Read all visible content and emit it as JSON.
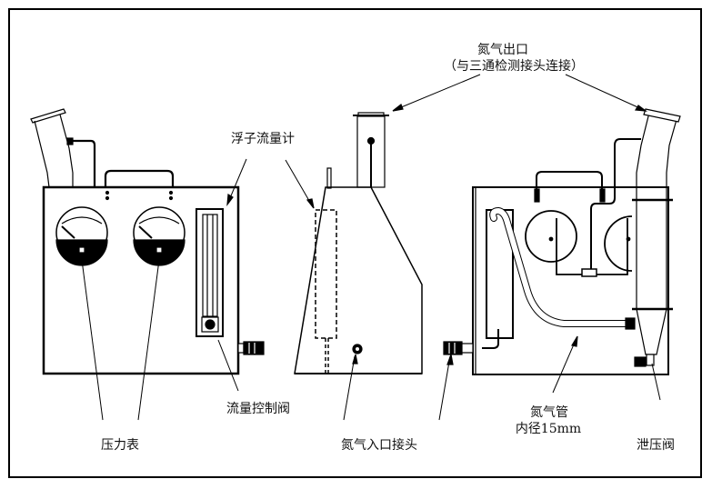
{
  "labels": {
    "nitrogen_outlet": "氮气出口",
    "nitrogen_outlet_note": "（与三通检测接头连接）",
    "float_flowmeter": "浮子流量计",
    "flow_control_valve": "流量控制阀",
    "pressure_gauge": "压力表",
    "nitrogen_inlet_connector": "氮气入口接头",
    "nitrogen_tube": "氮气管",
    "nitrogen_tube_spec": "内径15mm",
    "pressure_relief_valve": "泄压阀"
  },
  "views": [
    "front-view",
    "side-view",
    "rear-view"
  ],
  "colors": {
    "line": "#000000",
    "background": "#ffffff"
  }
}
